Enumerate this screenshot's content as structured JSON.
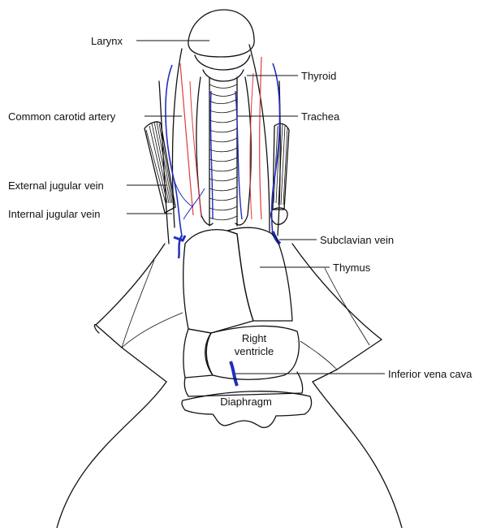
{
  "figure": {
    "labels": {
      "larynx": "Larynx",
      "thyroid": "Thyroid",
      "common_carotid_artery": "Common carotid artery",
      "trachea": "Trachea",
      "external_jugular_vein": "External jugular vein",
      "internal_jugular_vein": "Internal jugular vein",
      "subclavian_vein": "Subclavian vein",
      "thymus": "Thymus",
      "right_ventricle_line1": "Right",
      "right_ventricle_line2": "ventricle",
      "inferior_vena_cava": "Inferior vena cava",
      "diaphragm": "Diaphragm"
    },
    "colors": {
      "outline": "#111111",
      "vein": "#1f2fbf",
      "artery": "#e23a3a",
      "background": "#ffffff"
    }
  }
}
